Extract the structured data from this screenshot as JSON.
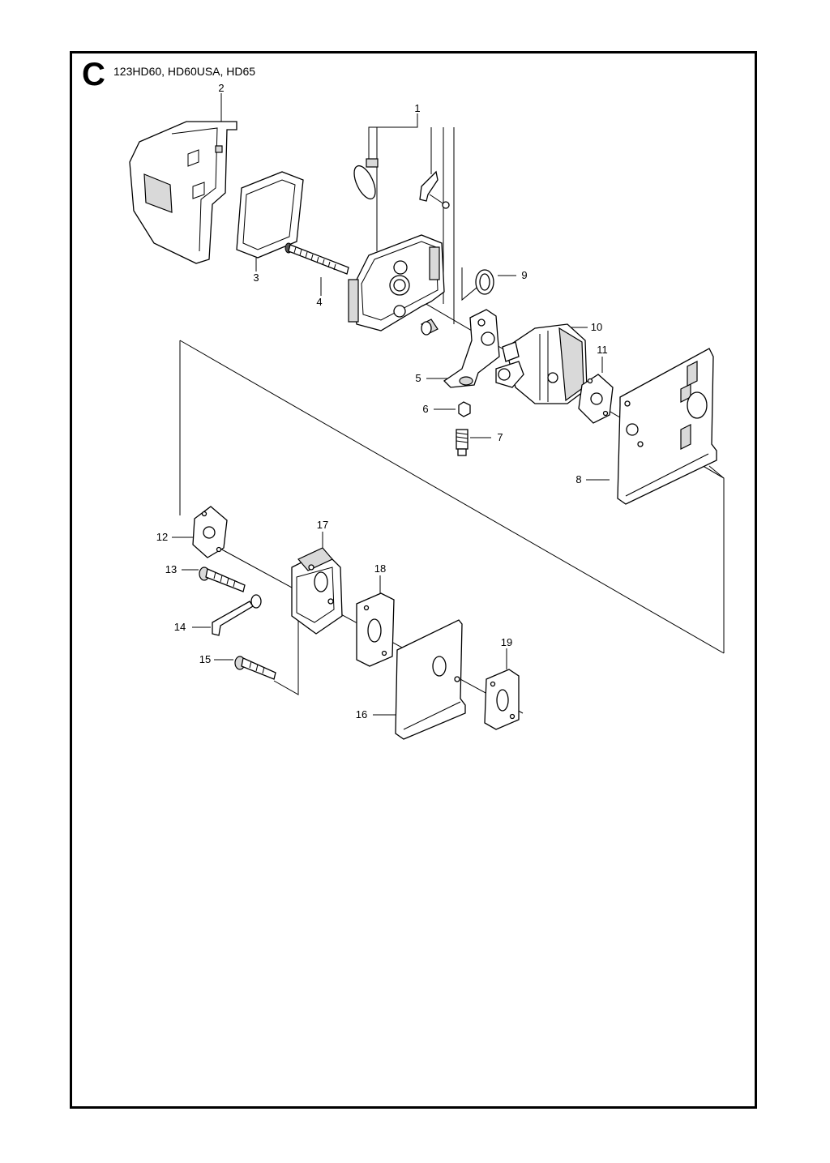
{
  "header": {
    "section_letter": "C",
    "models": "123HD60, HD60USA, HD65"
  },
  "callouts": [
    "1",
    "2",
    "3",
    "4",
    "5",
    "6",
    "7",
    "8",
    "9",
    "10",
    "11",
    "12",
    "13",
    "14",
    "15",
    "16",
    "17",
    "18",
    "19"
  ]
}
